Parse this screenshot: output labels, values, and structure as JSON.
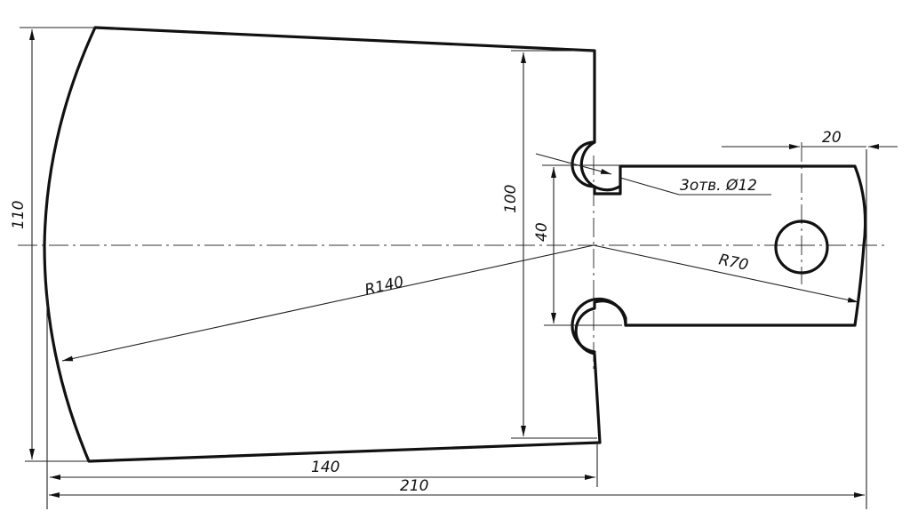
{
  "dimensions": {
    "height_left": "110",
    "height_inner": "100",
    "slot_spacing": "40",
    "length_body": "140",
    "length_total": "210",
    "tab_offset": "20",
    "radius_large": "R140",
    "radius_small": "R70",
    "holes_note": "3отв. Ø12"
  },
  "colors": {
    "line": "#111111",
    "background": "#ffffff"
  }
}
